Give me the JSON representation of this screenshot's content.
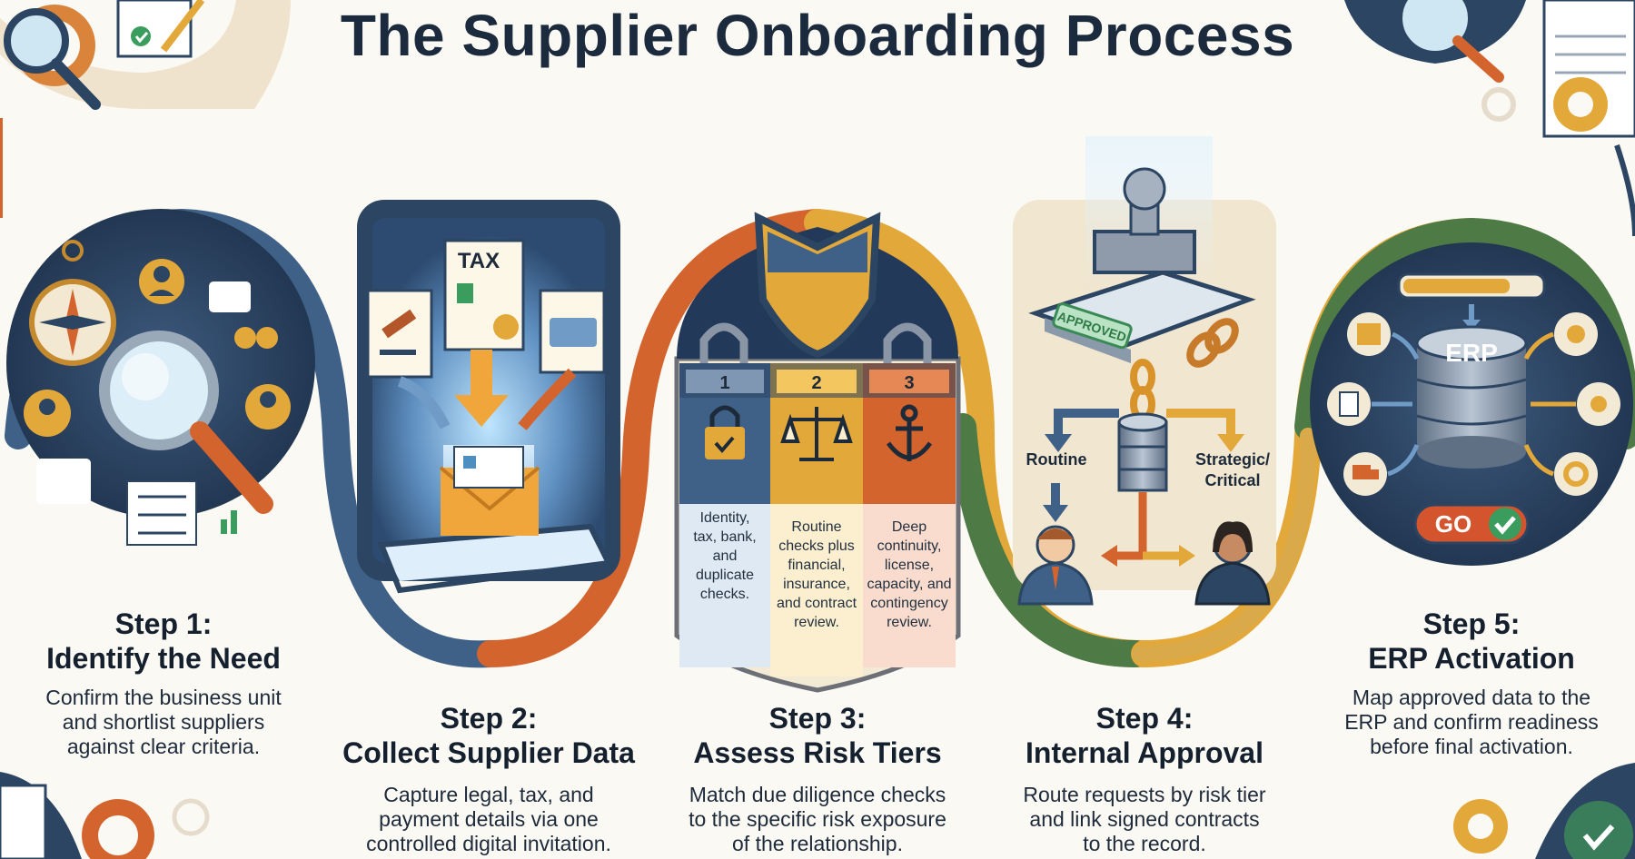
{
  "title": "The Supplier Onboarding Process",
  "steps": [
    {
      "heading": "Step 1:",
      "name": "Identify the Need",
      "lines": [
        "Confirm the business unit",
        "and shortlist suppliers",
        "against clear criteria."
      ]
    },
    {
      "heading": "Step 2:",
      "name": "Collect Supplier Data",
      "lines": [
        "Capture legal, tax, and",
        "payment details via one",
        "controlled digital invitation."
      ]
    },
    {
      "heading": "Step 3:",
      "name": "Assess Risk Tiers",
      "lines": [
        "Match due diligence checks",
        "to the specific risk exposure",
        "of the relationship."
      ]
    },
    {
      "heading": "Step 4:",
      "name": "Internal Approval",
      "lines": [
        "Route requests by risk tier",
        "and link signed contracts",
        "to the record."
      ]
    },
    {
      "heading": "Step 5:",
      "name": "ERP Activation",
      "lines": [
        "Map approved data to the",
        "ERP and confirm readiness",
        "before final activation."
      ]
    }
  ],
  "icons": {
    "tax_doc": "TAX",
    "tiers": [
      {
        "number": "1",
        "lines": [
          "Identity,",
          "tax, bank,",
          "and",
          "duplicate",
          "checks."
        ]
      },
      {
        "number": "2",
        "lines": [
          "Routine",
          "checks plus",
          "financial,",
          "insurance,",
          "and contract",
          "review."
        ]
      },
      {
        "number": "3",
        "lines": [
          "Deep",
          "continuity,",
          "license,",
          "capacity, and",
          "contingency",
          "review."
        ]
      }
    ],
    "stamp": "APPROVED",
    "route_left": "Routine",
    "route_right_1": "Strategic/",
    "route_right_2": "Critical",
    "erp": "ERP",
    "go": "GO"
  },
  "colors": {
    "navy": "#2b4562",
    "blue": "#4f6f93",
    "orange": "#d4642d",
    "gold": "#e3a83a",
    "green": "#4e7a45",
    "cream": "#f4ecd8"
  }
}
